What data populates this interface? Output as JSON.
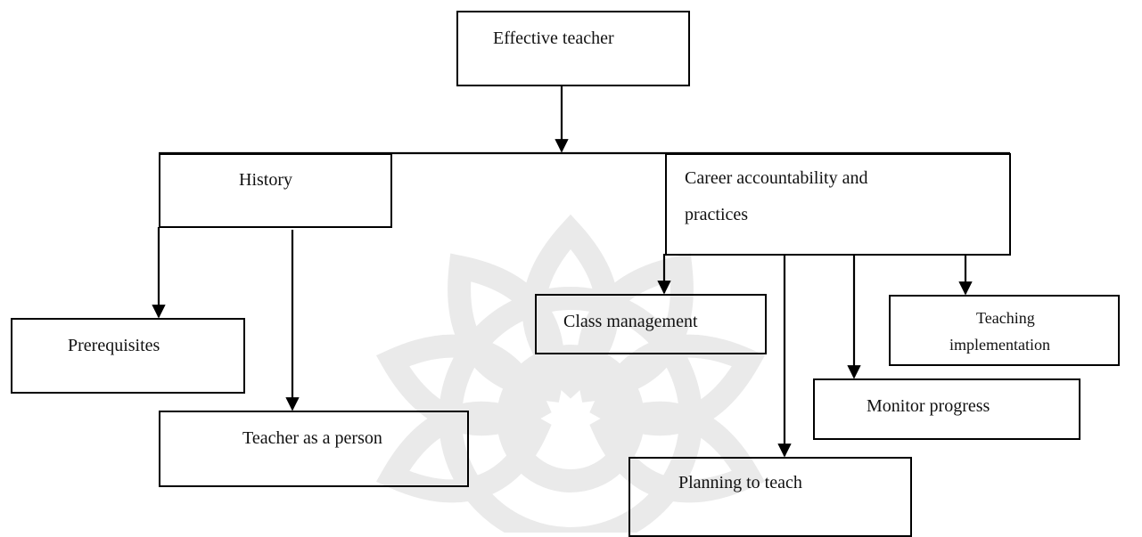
{
  "diagram": {
    "nodes": {
      "effective_teacher": "Effective teacher",
      "history": "History",
      "career": [
        "Career accountability and",
        "practices"
      ],
      "prerequisites": "Prerequisites",
      "teacher_person": "Teacher as a person",
      "class_management": "Class management",
      "teaching_impl": [
        "Teaching",
        "implementation"
      ],
      "monitor_progress": "Monitor progress",
      "planning": "Planning to teach"
    },
    "colors": {
      "stroke": "#000000",
      "watermark": "#e6e6e6"
    }
  }
}
